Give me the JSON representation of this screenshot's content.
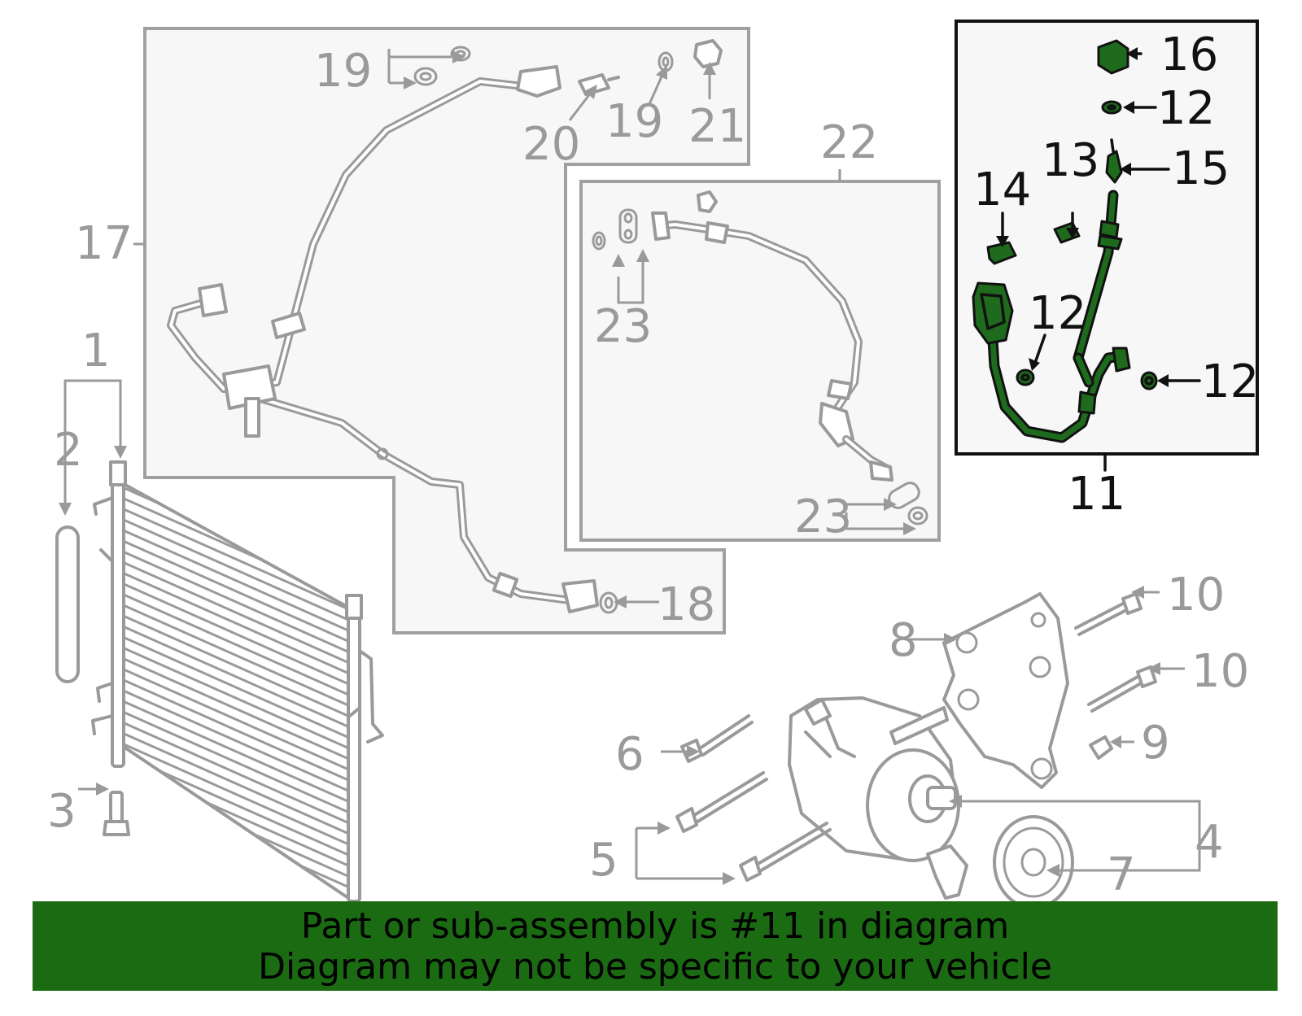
{
  "diagram": {
    "callouts": {
      "c1": "1",
      "c2": "2",
      "c3": "3",
      "c4": "4",
      "c5": "5",
      "c6": "6",
      "c7": "7",
      "c8": "8",
      "c9": "9",
      "c10a": "10",
      "c10b": "10",
      "c11": "11",
      "c12a": "12",
      "c12b": "12",
      "c12c": "12",
      "c13": "13",
      "c14": "14",
      "c15": "15",
      "c16": "16",
      "c17": "17",
      "c18": "18",
      "c19a": "19",
      "c19b": "19",
      "c20": "20",
      "c21": "21",
      "c22": "22",
      "c23a": "23",
      "c23b": "23"
    },
    "highlighted_part": "11",
    "colors": {
      "highlight_green": "#1e6b1e",
      "banner_green": "#1b6b13",
      "part_gray": "#9a9a9a",
      "highlight_outline": "#111111"
    }
  },
  "banner": {
    "line1": "Part or sub-assembly is #11 in diagram",
    "line2": "Diagram may not be specific to your vehicle"
  }
}
